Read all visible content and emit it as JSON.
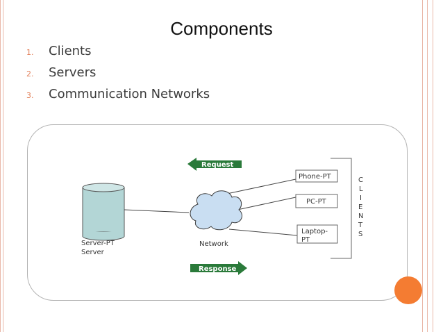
{
  "title": "Components",
  "list": [
    {
      "num": "1.",
      "text": "Clients"
    },
    {
      "num": "2.",
      "text": "Servers"
    },
    {
      "num": "3.",
      "text": "Communication Networks"
    }
  ],
  "diagram": {
    "request_label": "Request",
    "response_label": "Response",
    "server_label_1": "Server-PT",
    "server_label_2": "Server",
    "network_label": "Network",
    "devices": [
      "Phone-PT",
      "PC-PT",
      "Laptop-",
      "PT"
    ],
    "clients_letters": [
      "C",
      "L",
      "I",
      "E",
      "N",
      "T",
      "S"
    ]
  },
  "colors": {
    "accent": "#f47c32",
    "server": "#b3d6d6",
    "cloud": "#c9def2",
    "arrow": "#2a7a3a"
  }
}
